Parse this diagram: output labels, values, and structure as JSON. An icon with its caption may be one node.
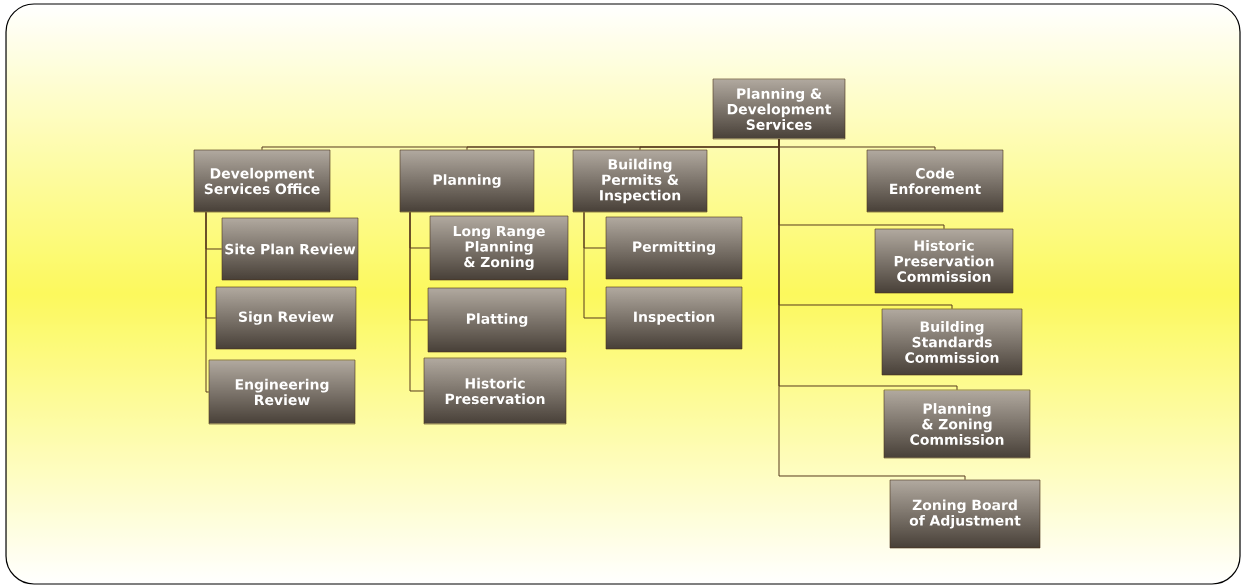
{
  "diagram": {
    "nodes": [
      {
        "text": [
          "Planning & Development Services"
        ]
      },
      {
        "text": [
          "Development Services Office"
        ]
      },
      {
        "text": [
          "Planning"
        ]
      },
      {
        "text": [
          "Building Permits & Inspection"
        ]
      },
      {
        "text": [
          "Code Enforement"
        ]
      },
      {
        "text": [
          "Site Plan Review"
        ]
      },
      {
        "text": [
          "Sign Review"
        ]
      },
      {
        "text": [
          "Engineering Review"
        ]
      },
      {
        "text": [
          "Long Range Planning & Zoning"
        ]
      },
      {
        "text": [
          "Platting"
        ]
      },
      {
        "text": [
          "Historic Preservation"
        ]
      },
      {
        "text": [
          "Permitting"
        ]
      },
      {
        "text": [
          "Inspection"
        ]
      },
      {
        "text": [
          "Historic Preservation Commission"
        ]
      },
      {
        "text": [
          "Building Standards Commission"
        ]
      },
      {
        "text": [
          "Planning & Zoning Commission"
        ]
      },
      {
        "text": [
          "Zoning Board of Adjustment"
        ]
      }
    ],
    "edges": [
      {
        "from": 0,
        "to": 1,
        "arrow": "none"
      },
      {
        "from": 0,
        "to": 2,
        "arrow": "none"
      },
      {
        "from": 0,
        "to": 3,
        "arrow": "none"
      },
      {
        "from": 0,
        "to": 4,
        "arrow": "none"
      },
      {
        "from": 1,
        "to": 5,
        "arrow": "none"
      },
      {
        "from": 1,
        "to": 6,
        "arrow": "none"
      },
      {
        "from": 1,
        "to": 7,
        "arrow": "none"
      },
      {
        "from": 2,
        "to": 8,
        "arrow": "none"
      },
      {
        "from": 2,
        "to": 9,
        "arrow": "none"
      },
      {
        "from": 2,
        "to": 10,
        "arrow": "none"
      },
      {
        "from": 3,
        "to": 11,
        "arrow": "none"
      },
      {
        "from": 3,
        "to": 12,
        "arrow": "none"
      },
      {
        "from": 0,
        "to": 13,
        "arrow": "none"
      },
      {
        "from": 0,
        "to": 14,
        "arrow": "none"
      },
      {
        "from": 0,
        "to": 15,
        "arrow": "none"
      },
      {
        "from": 0,
        "to": 16,
        "arrow": "none"
      }
    ]
  }
}
